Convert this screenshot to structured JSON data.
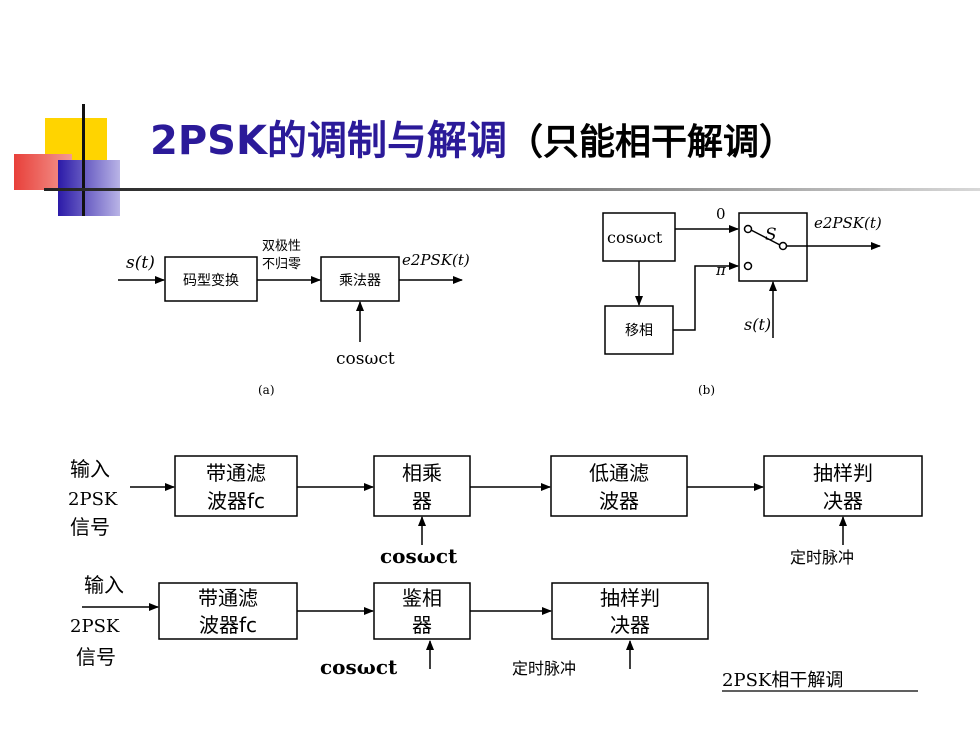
{
  "title": {
    "main": "2PSK的调制与解调",
    "sub": "（只能相干解调）"
  },
  "diagram_a": {
    "input": "s(t)",
    "block1": "码型变换",
    "mid_label_top": "双极性",
    "mid_label_bottom": "不归零",
    "block2": "乘法器",
    "output": "e2PSK(t)",
    "carrier": "cosωct",
    "caption": "(a)"
  },
  "diagram_b": {
    "osc": "cosωct",
    "phase_block": "移相",
    "switch": "S",
    "port0": "0",
    "port_pi": "π",
    "control": "s(t)",
    "output": "e2PSK(t)",
    "caption": "(b)"
  },
  "demod1": {
    "input_lines": [
      "输入",
      "2PSK",
      "信号"
    ],
    "bpf": [
      "带通滤",
      "波器fc"
    ],
    "mult": [
      "相乘",
      "器"
    ],
    "lpf": [
      "低通滤",
      "波器"
    ],
    "decide": [
      "抽样判",
      "决器"
    ],
    "carrier": "cosωct",
    "timing": "定时脉冲"
  },
  "demod2": {
    "input_lines": [
      "输入",
      "2PSK",
      "信号"
    ],
    "bpf": [
      "带通滤",
      "波器fc"
    ],
    "phase_det": [
      "鉴相",
      "器"
    ],
    "decide": [
      "抽样判",
      "决器"
    ],
    "carrier": "cosωct",
    "timing": "定时脉冲"
  },
  "footer_label": "2PSK相干解调",
  "colors": {
    "title": "#2b1a99",
    "accent_yellow": "#ffd400",
    "accent_red": "#e8403a",
    "accent_blue": "#2b1aa8"
  }
}
